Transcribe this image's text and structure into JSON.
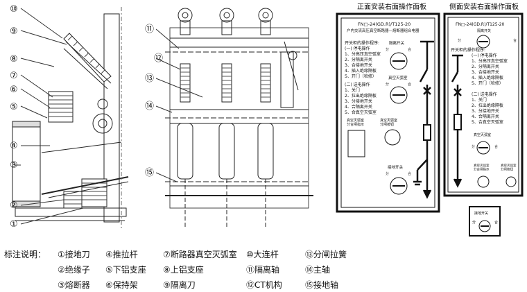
{
  "diagram": {
    "callout_numbers_left": [
      "⑩",
      "⑨",
      "⑧",
      "⑦",
      "⑥",
      "⑤",
      "④",
      "③",
      "②",
      "①"
    ],
    "callout_numbers_mid": [
      "⑪",
      "⑫",
      "⑬",
      "⑭",
      "⑮"
    ],
    "front_panel": {
      "heading": "正面安装右面操作面板",
      "model": "FN□-24(GD.R)/T125-20",
      "subtitle": "户内交流高压真空断路器—熔断器组合电器",
      "ops_title": "开关柜的操作程序:",
      "stop_title": "(一) 停电操作",
      "stop_steps": [
        "1、分高压真空弧室",
        "2、分隔离开关",
        "3、合接地开关",
        "4、插入绝缘隔板",
        "5、开门（检修）"
      ],
      "send_title": "(二) 送电操作",
      "send_steps": [
        "1、关门",
        "2、拉出绝缘隔板",
        "3、分接地开关",
        "4、合隔离开关",
        "5、合真空灭弧室"
      ],
      "knob_isolating": "隔离开关",
      "knob_isolating_marks": [
        "分",
        "合"
      ],
      "knob_vacuum": "真空灭弧室",
      "knob_vacuum_marks": [
        "分",
        "合"
      ],
      "indicator_vacuum_1": "真空灭弧室\n分合闸指示",
      "indicator_vacuum_2": "真空灭弧室\n分闸按钮",
      "knob_ground": "接地开关",
      "knob_ground_marks": [
        "分",
        "合"
      ]
    },
    "side_panel": {
      "heading": "侧面安装右面操作面板",
      "model": "FN□-24(GD.R)/T125-20",
      "knob_isolating": "隔离开关",
      "knob_isolating_marks": [
        "分",
        "合"
      ],
      "ops_title": "开关柜的操作程序:",
      "stop_title": "(一) 停电操作",
      "stop_steps": [
        "1、分高压真空弧室",
        "2、分隔离开关",
        "3、合接地开关",
        "4、插入绝缘隔板",
        "5、开门（检修）"
      ],
      "send_title": "(二) 送电操作",
      "send_steps": [
        "1、关门",
        "2、拉出绝缘隔板",
        "3、分接地开关",
        "4、合隔离开关",
        "5、合真空灭弧室"
      ],
      "knob_vacuum": "真空灭弧室",
      "knob_vacuum_marks": [
        "分",
        "合"
      ],
      "indicator_1": "真空灭弧室\n分合闸指示",
      "indicator_2": "真空灭弧室\n分闸按钮"
    },
    "ground_box": {
      "label": "接地开关",
      "marks": [
        "分",
        "合"
      ]
    }
  },
  "legend": {
    "title": "标注说明：",
    "items": [
      "①接地刀",
      "②绝缘子",
      "③熔断器",
      "④推拉杆",
      "⑤下铝支座",
      "⑥保持架",
      "⑦断路器真空灭弧室",
      "⑧上铝支座",
      "⑨隔离刀",
      "⑩大连杆",
      "⑪隔离轴",
      "⑫CT机构",
      "⑬分闸拉簧",
      "⑭主轴",
      "⑮接地轴"
    ]
  }
}
